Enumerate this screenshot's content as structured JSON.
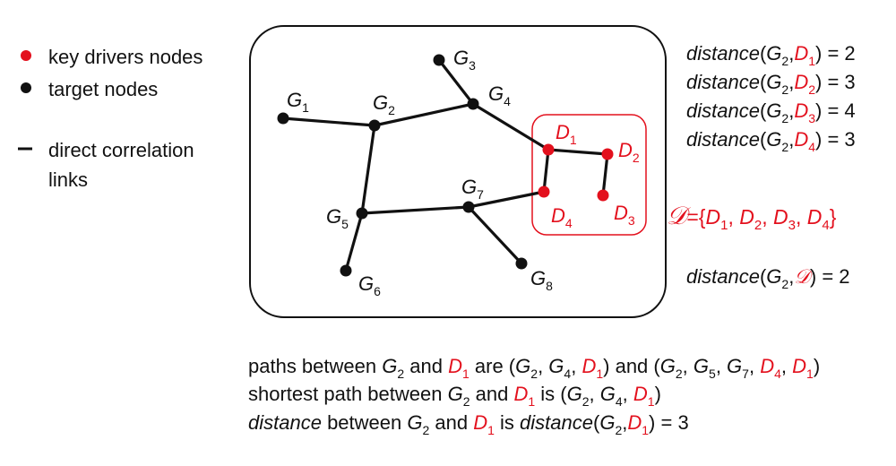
{
  "colors": {
    "key_driver": "#e3101d",
    "target": "#111111",
    "frame": "#111111"
  },
  "legend": [
    {
      "marker": "red-dot",
      "label": "key drivers nodes"
    },
    {
      "marker": "black-dot",
      "label": "target nodes"
    },
    {
      "marker": "dash",
      "label": "direct correlation",
      "label2": "links"
    }
  ],
  "nodes": [
    {
      "id": "G1",
      "base": "G",
      "sub": "1",
      "kind": "target"
    },
    {
      "id": "G2",
      "base": "G",
      "sub": "2",
      "kind": "target"
    },
    {
      "id": "G3",
      "base": "G",
      "sub": "3",
      "kind": "target"
    },
    {
      "id": "G4",
      "base": "G",
      "sub": "4",
      "kind": "target"
    },
    {
      "id": "G5",
      "base": "G",
      "sub": "5",
      "kind": "target"
    },
    {
      "id": "G6",
      "base": "G",
      "sub": "6",
      "kind": "target"
    },
    {
      "id": "G7",
      "base": "G",
      "sub": "7",
      "kind": "target"
    },
    {
      "id": "G8",
      "base": "G",
      "sub": "8",
      "kind": "target"
    },
    {
      "id": "D1",
      "base": "D",
      "sub": "1",
      "kind": "driver"
    },
    {
      "id": "D2",
      "base": "D",
      "sub": "2",
      "kind": "driver"
    },
    {
      "id": "D3",
      "base": "D",
      "sub": "3",
      "kind": "driver"
    },
    {
      "id": "D4",
      "base": "D",
      "sub": "4",
      "kind": "driver"
    }
  ],
  "edges": [
    [
      "G1",
      "G2"
    ],
    [
      "G2",
      "G4"
    ],
    [
      "G3",
      "G4"
    ],
    [
      "G4",
      "D1"
    ],
    [
      "G2",
      "G5"
    ],
    [
      "G5",
      "G6"
    ],
    [
      "G5",
      "G7"
    ],
    [
      "G7",
      "G8"
    ],
    [
      "G7",
      "D4"
    ],
    [
      "D4",
      "D1"
    ],
    [
      "D1",
      "D2"
    ],
    [
      "D2",
      "D3"
    ]
  ],
  "distances": [
    {
      "fn": "distance",
      "from": "G",
      "from_sub": "2",
      "to": "D",
      "to_sub": "1",
      "value": "2"
    },
    {
      "fn": "distance",
      "from": "G",
      "from_sub": "2",
      "to": "D",
      "to_sub": "2",
      "value": "3"
    },
    {
      "fn": "distance",
      "from": "G",
      "from_sub": "2",
      "to": "D",
      "to_sub": "3",
      "value": "4"
    },
    {
      "fn": "distance",
      "from": "G",
      "from_sub": "2",
      "to": "D",
      "to_sub": "4",
      "value": "3"
    }
  ],
  "set_definition": {
    "symbol": "𝒟",
    "members": [
      "D1",
      "D2",
      "D3",
      "D4"
    ]
  },
  "set_distance": {
    "fn": "distance",
    "from": "G",
    "from_sub": "2",
    "to": "𝒟",
    "value": "2"
  },
  "notes": {
    "line1": "paths between G2 and D1 are (G2, G4, D1) and (G2, G5, G7, D4, D1)",
    "line2": "shortest path between G2 and D1 is (G2, G4, D1)",
    "line3": "distance between G2 and D1 is distance(G2,D1) = 3"
  }
}
